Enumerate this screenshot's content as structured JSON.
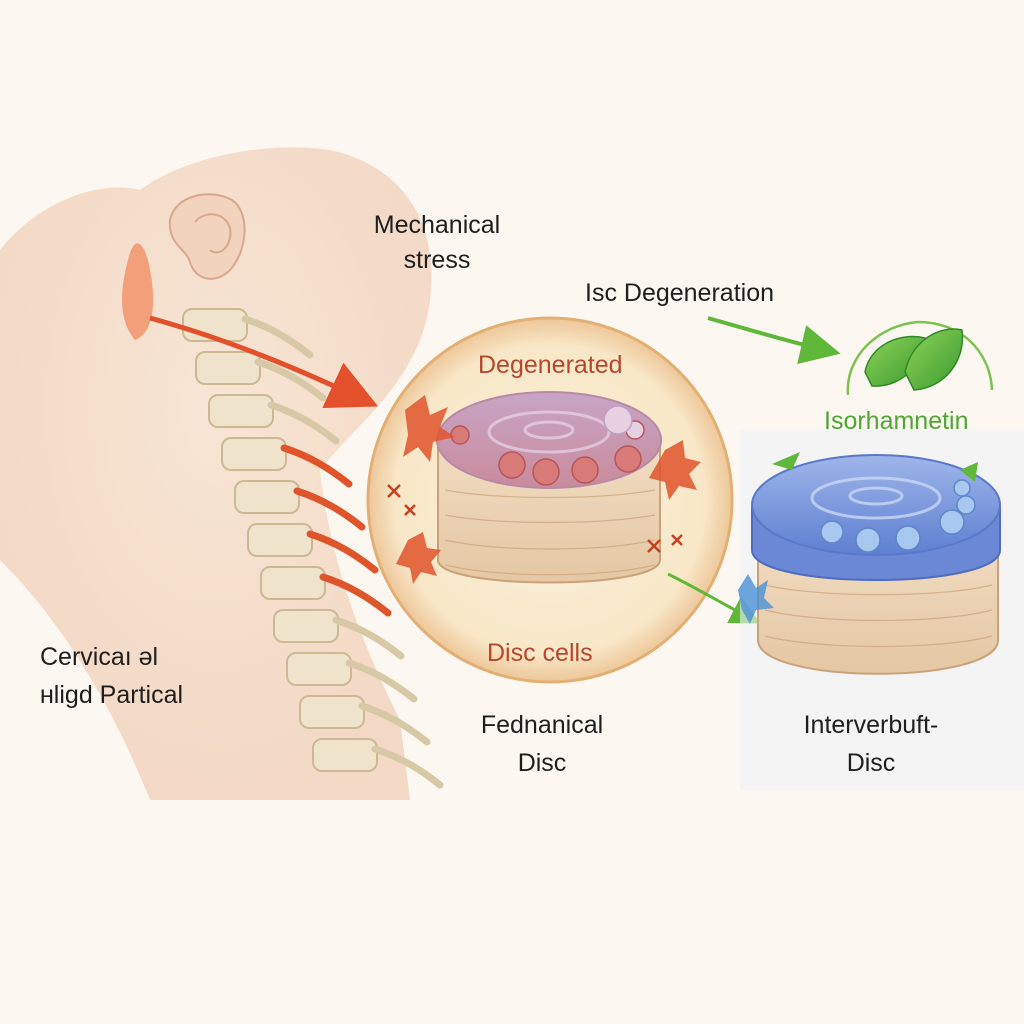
{
  "labels": {
    "mechanical_stress": [
      "Mechanical",
      "stress"
    ],
    "isc_degeneration": "Isc Degeneration",
    "degenerated": "Degenerated",
    "isorhamnetin": "Isorhamnetin",
    "disc_cells": "Disc cells",
    "cervical": [
      "Cervicaı əl",
      "ʜligd Partical"
    ],
    "fednanical_disc": [
      "Fednanical",
      "Disc"
    ],
    "intervertebral_disc": [
      "Interverbuft-",
      "Disc"
    ]
  },
  "colors": {
    "background": "#fcf8f1",
    "skin": "#f5dcc8",
    "bone": "#efe3cc",
    "inflammation": "#e0542c",
    "degenerated_text": "#b5482c",
    "healthy_disc": "#6d8fd8",
    "leaf": "#57b33a",
    "text": "#1e1e1e"
  }
}
